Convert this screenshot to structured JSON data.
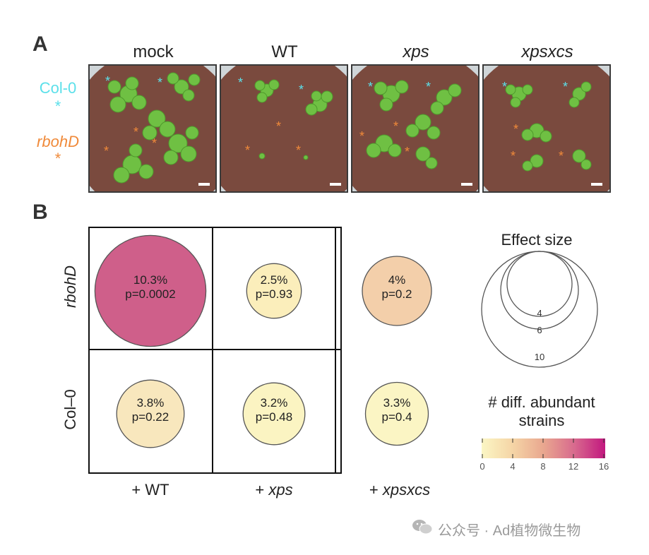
{
  "panel_a": {
    "letter": "A",
    "columns": [
      {
        "label": "mock",
        "italic": false
      },
      {
        "label": "WT",
        "italic": false
      },
      {
        "label": "xps",
        "italic": true
      },
      {
        "label": "xpsxcs",
        "italic": true
      }
    ],
    "rows": [
      {
        "label": "Col-0",
        "marker": "*",
        "color": "#5ce0ea"
      },
      {
        "label": "rbohD",
        "marker": "*",
        "color": "#f08a3a"
      }
    ]
  },
  "panel_b": {
    "letter": "B",
    "row_labels": [
      "rbohD",
      "Col–0"
    ],
    "col_labels": [
      {
        "prefix": "+ ",
        "name": "WT",
        "italic": false
      },
      {
        "prefix": "+ ",
        "name": "xps",
        "italic": true
      },
      {
        "prefix": "+ ",
        "name": "xpsxcs",
        "italic": true
      }
    ],
    "cells": [
      {
        "row": "rbohD",
        "col": "WT",
        "pct": "10.3%",
        "p": "p=0.0002",
        "effect": 10.3,
        "n_diff": 14,
        "color": "#cf5f8a"
      },
      {
        "row": "rbohD",
        "col": "xps",
        "pct": "2.5%",
        "p": "p=0.93",
        "effect": 2.5,
        "n_diff": 2,
        "color": "#fbeebb"
      },
      {
        "row": "rbohD",
        "col": "xpsxcs",
        "pct": "4%",
        "p": "p=0.2",
        "effect": 4.0,
        "n_diff": 6,
        "color": "#f3cfaa"
      },
      {
        "row": "Col-0",
        "col": "WT",
        "pct": "3.8%",
        "p": "p=0.22",
        "effect": 3.8,
        "n_diff": 3,
        "color": "#f8e7bd"
      },
      {
        "row": "Col-0",
        "col": "xps",
        "pct": "3.2%",
        "p": "p=0.48",
        "effect": 3.2,
        "n_diff": 1,
        "color": "#fbf4c2"
      },
      {
        "row": "Col-0",
        "col": "xpsxcs",
        "pct": "3.3%",
        "p": "p=0.4",
        "effect": 3.3,
        "n_diff": 1,
        "color": "#fbf5c4"
      }
    ],
    "size_legend": {
      "title": "Effect size",
      "values": [
        "4",
        "6",
        "10"
      ]
    },
    "color_legend": {
      "title_line1": "# diff. abundant",
      "title_line2": "strains",
      "ticks": [
        "0",
        "4",
        "8",
        "12",
        "16"
      ],
      "gradient": [
        "#fbf6c4",
        "#f5d5a6",
        "#e9a78f",
        "#d86a8e",
        "#c2177f"
      ]
    }
  },
  "watermark": "公众号 · Ad植物微生物"
}
